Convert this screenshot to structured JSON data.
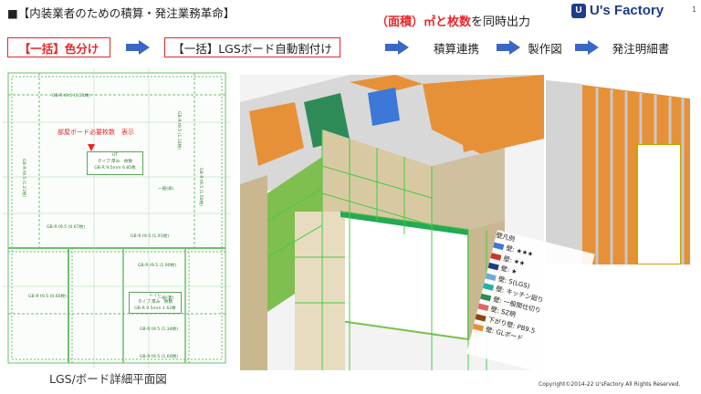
{
  "title": "■【内装業者のための積算・発注業務革命】",
  "logo": {
    "mark": "U",
    "text": "U's Factory"
  },
  "page_number": "1",
  "headline": {
    "part1": "（面積）㎡と枚数",
    "part2": "を同時出力"
  },
  "steps": {
    "s1": "【一括】色分け",
    "s2": "【一括】LGSボード自動割付け",
    "s3": "積算連携",
    "s4": "製作図",
    "s5": "発注明細書"
  },
  "floorplan": {
    "caption": "LGS/ボード詳細平面図",
    "note": "部屋ボード必要枚数　表示",
    "room_ut": {
      "name": "UT",
      "line1": "タイプ 厚み　枚数",
      "line2": "GB-R 9.5mm 6.85枚"
    },
    "room_toilet": {
      "name": "トイレ",
      "line1": "タイプ 厚み　枚数",
      "line2": "GB-R 9.5mm 1.62枚"
    },
    "labels": [
      "GB-R t9.5 (1.21枚)",
      "GB-R t9.5 (1.16枚)",
      "GB-R t9.5 (1.56枚)",
      "GB-R t9.5 (1.91枚)",
      "GB-R t9.5 (1.90枚)",
      "GB-R t9.5 (0.67枚)",
      "GB-R t9.5 (0.60枚)",
      "GB-R t9.5 (1.34枚)",
      "GB-R t9.5 (1.60枚)",
      "GB-R t9.5 (1.21枚)",
      "一般(表)",
      "一般(裏)"
    ]
  },
  "legend": {
    "title": "壁凡例",
    "items": [
      {
        "label": "壁: ★★★",
        "color": "#3c78d8"
      },
      {
        "label": "壁: ★★",
        "color": "#cc3333"
      },
      {
        "label": "壁: ★",
        "color": "#1f3c88"
      },
      {
        "label": "壁: 5(LGS)",
        "color": "#6fa8dc"
      },
      {
        "label": "壁: キッチン廻り",
        "color": "#20b2aa"
      },
      {
        "label": "壁: 一般間仕切り",
        "color": "#2e8b57"
      },
      {
        "label": "壁: SZ柄",
        "color": "#e06666"
      },
      {
        "label": "下がり壁: PB9.5",
        "color": "#8b4513"
      },
      {
        "label": "壁: GLボード",
        "color": "#e69138"
      }
    ]
  },
  "copyright": "Copyright©2014-22 U'sFactory All Rights Reserved."
}
